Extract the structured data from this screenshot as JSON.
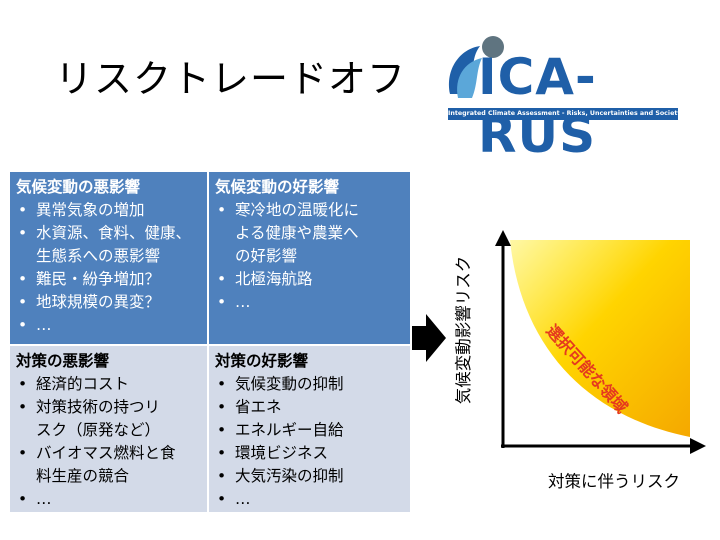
{
  "title": "リスクトレードオフ",
  "logo": {
    "name": "ICA-RUS",
    "subtitle": "Integrated Climate Assessment - Risks, Uncertainties and Society"
  },
  "table": {
    "top_left": {
      "heading": "気候変動の悪影響",
      "items": [
        "異常気象の増加",
        "水資源、食料、健康、",
        "生態系への悪影響",
        "難民・紛争増加？",
        "地球規模の異変？",
        "…"
      ]
    },
    "top_right": {
      "heading": "気候変動の好影響",
      "items": [
        "寒冷地の温暖化に",
        "よる健康や農業へ",
        "の好影響",
        "北極海航路",
        "…"
      ]
    },
    "bottom_left": {
      "heading": "対策の悪影響",
      "items": [
        "経済的コスト",
        "対策技術の持つリ",
        "スク（原発など）",
        "バイオマス燃料と食",
        "料生産の競合",
        "…"
      ]
    },
    "bottom_right": {
      "heading": "対策の好影響",
      "items": [
        "気候変動の抑制",
        "省エネ",
        "エネルギー自給",
        "環境ビジネス",
        "大気汚染の抑制",
        "…"
      ]
    }
  },
  "diagram": {
    "y_axis_label": "気候変動影響リスク",
    "x_axis_label": "対策に伴うリスク",
    "region_label": "選択可能な領域",
    "colors": {
      "region_top": "#ffe900",
      "region_bottom": "#f5a800",
      "label": "#e53a1e",
      "axis": "#000000"
    }
  }
}
